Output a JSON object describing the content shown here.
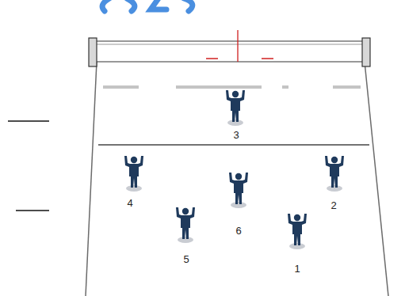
{
  "diagram": {
    "labels": [
      "3",
      "4",
      "2",
      "6",
      "5",
      "1"
    ]
  }
}
